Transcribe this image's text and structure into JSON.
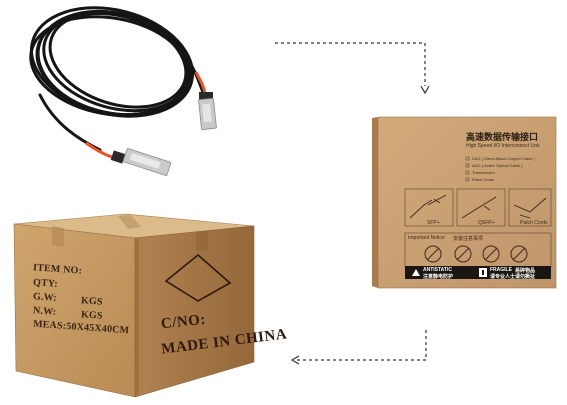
{
  "colors": {
    "background": "#ffffff",
    "cardboard_front": "#c59a64",
    "cardboard_side": "#a47848",
    "cardboard_top": "#d9b684",
    "retail_box": "#c8a072",
    "cable": "#1a1a1a",
    "cable_boot": "#e8562a",
    "dashed_arrow": "#333333"
  },
  "icons": {
    "arrow_top": "dashed-arrow-right-down-icon",
    "arrow_bottom": "dashed-arrow-down-left-icon",
    "box_diamond": "diamond-outline-icon"
  },
  "carton": {
    "fields": {
      "item_no": "ITEM NO:",
      "qty": "QTY:",
      "gw": "G.W:",
      "gw_unit": "KGS",
      "nw": "N.W:",
      "nw_unit": "KGS",
      "meas": "MEAS:50X45X40CM"
    },
    "cno": "C/NO:",
    "made_in": "MADE IN CHINA"
  },
  "retail_box": {
    "title_cn": "高速数据传输接口",
    "title_en": "High Speed I/O Interconnect Link",
    "options": [
      "DAC ( Direct Attach Copper Cable )",
      "AOC ( Active Optical Cable )",
      "Transceivers",
      "Patch Cords"
    ],
    "products": [
      "SFP+",
      "QSFP+",
      "Patch Cords"
    ],
    "notice_en": "Important Notice",
    "notice_cn": "安装注意事项",
    "antistatic": "ANTISTATIC",
    "antistatic_cn": "注意静电防护",
    "fragile": "FRAGILE",
    "fragile_cn1": "易碎物品",
    "fragile_cn2": "请专业人士请勿撕扯"
  }
}
